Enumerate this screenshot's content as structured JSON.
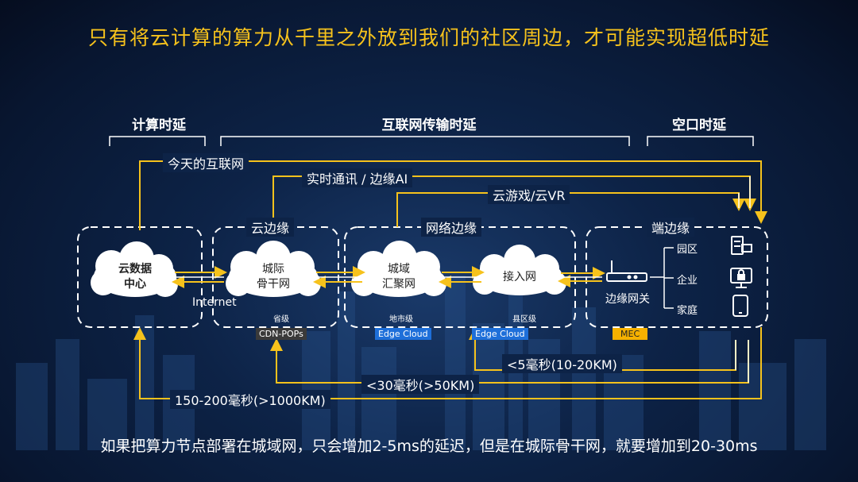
{
  "title": "只有将云计算的算力从千里之外放到我们的社区周边，才可能实现超低时延",
  "categories": {
    "compute": "计算时延",
    "internet": "互联网传输时延",
    "air": "空口时延"
  },
  "paths": {
    "today": "今天的互联网",
    "realtime": "实时通讯 / 边缘AI",
    "cloudgame": "云游戏/云VR"
  },
  "zones": {
    "cloud_edge": "云边缘",
    "network_edge": "网络边缘",
    "terminal_edge": "端边缘"
  },
  "nodes": {
    "datacenter": [
      "云数据",
      "中心"
    ],
    "backbone": [
      "城际",
      "骨干网"
    ],
    "metro": [
      "城域",
      "汇聚网"
    ],
    "access": "接入网",
    "gateway": "边缘网关",
    "internet": "Internet"
  },
  "levels": {
    "province": "省级",
    "city": "地市级",
    "county": "县区级"
  },
  "tags": {
    "cdn": "CDN-POPs",
    "edge_cloud_1": "Edge Cloud",
    "edge_cloud_2": "Edge Cloud",
    "mec": "MEC"
  },
  "devices": {
    "park": "园区",
    "enterprise": "企业",
    "home": "家庭"
  },
  "latencies": {
    "lt5": "<5毫秒(10-20KM)",
    "lt30": "<30毫秒(>50KM)",
    "range150": "150-200毫秒(>1000KM)"
  },
  "footer": "如果把算力节点部署在城域网，只会增加2-5ms的延迟，但是在城际骨干网，就要增加到20-30ms",
  "colors": {
    "accent": "#f6c21c",
    "tag_blue": "#1e6fd9",
    "tag_gray": "#3a3a3a",
    "tag_mec": "#f6b100"
  }
}
